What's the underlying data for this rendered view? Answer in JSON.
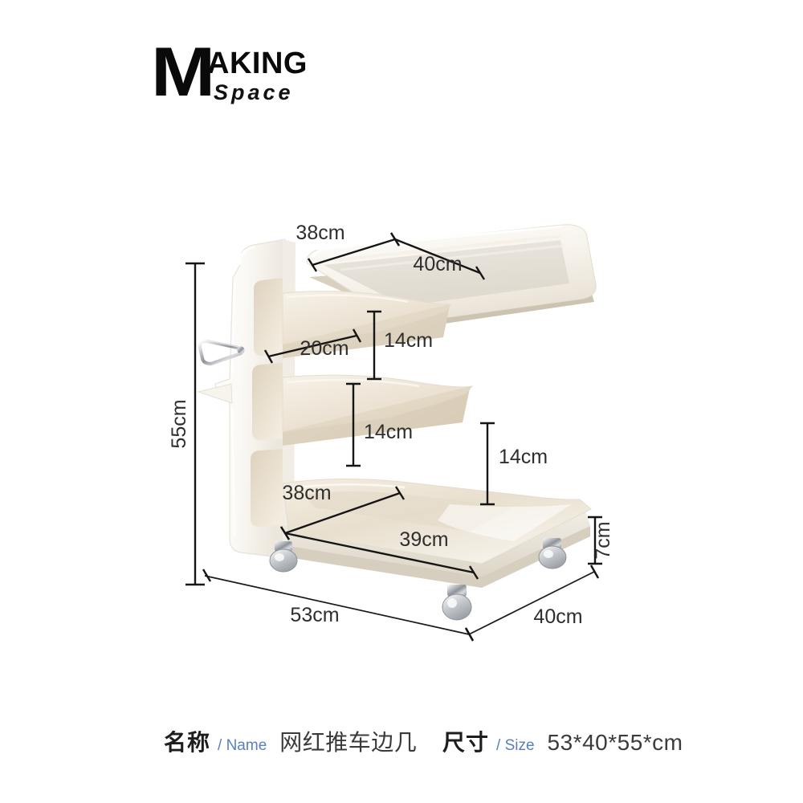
{
  "brand": {
    "initial": "M",
    "word_top": "AKING",
    "word_bottom": "Space"
  },
  "product": {
    "illustration_name": "three-tier-rolling-side-table-cart"
  },
  "dimensions": {
    "top_shelf_depth": "38cm",
    "top_shelf_width": "40cm",
    "upper_shelf_depth": "20cm",
    "tier_gap_upper": "14cm",
    "tier_gap_middle": "14cm",
    "tier_gap_lower": "14cm",
    "bottom_shelf_depth": "38cm",
    "bottom_shelf_width": "39cm",
    "overall_height": "55cm",
    "overall_width": "53cm",
    "overall_depth": "40cm",
    "caster_height": "7cm"
  },
  "specs": {
    "name": {
      "label_cn": "名称",
      "label_en": "/ Name",
      "value": "网红推车边几"
    },
    "size": {
      "label_cn": "尺寸",
      "label_en": "/ Size",
      "value": "53*40*55*cm"
    }
  },
  "colors": {
    "background": "#ffffff",
    "body_white": "#fbfaf7",
    "shelf_cream": "#efe7da",
    "shelf_cream_dark": "#e2d7c6",
    "chrome": "#b9bcc0",
    "dimension_line": "#151515",
    "accent_blue": "#5b7fbd"
  }
}
